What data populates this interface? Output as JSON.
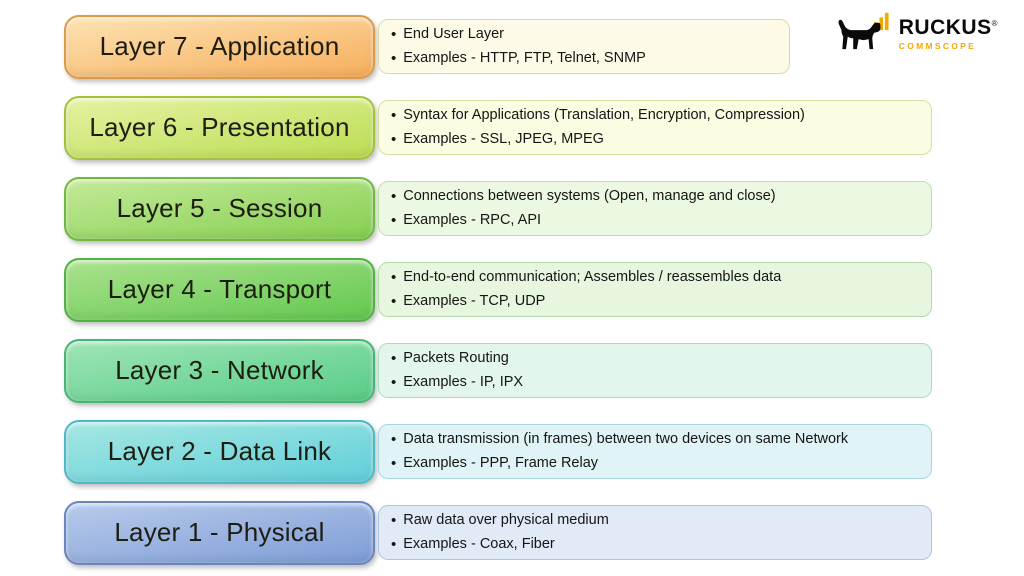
{
  "logo": {
    "brand": "RUCKUS",
    "registered": "®",
    "sub_brand": "COMMSCOPE",
    "accent_color": "#F5A800"
  },
  "layers": [
    {
      "label": "Layer 7 - Application",
      "bullets": [
        "End User Layer",
        "Examples - HTTP, FTP, Telnet, SNMP"
      ],
      "box_gradient_top": "#FDE3B3",
      "box_gradient_bottom": "#F6AE5C",
      "box_border": "#DE9A45",
      "panel_bg": "#FDFBE8",
      "panel_border": "#DCD9A6"
    },
    {
      "label": "Layer 6 - Presentation",
      "bullets": [
        "Syntax for Applications (Translation, Encryption, Compression)",
        "Examples - SSL, JPEG, MPEG"
      ],
      "box_gradient_top": "#E4F2A2",
      "box_gradient_bottom": "#BCDD52",
      "box_border": "#A3C23C",
      "panel_bg": "#FBFCE2",
      "panel_border": "#D8DE9E"
    },
    {
      "label": "Layer 5 - Session",
      "bullets": [
        "Connections between systems (Open, manage and close)",
        "Examples - RPC, API"
      ],
      "box_gradient_top": "#C4EA99",
      "box_gradient_bottom": "#85CF50",
      "box_border": "#6FB941",
      "panel_bg": "#EBF9E2",
      "panel_border": "#BCDFA4"
    },
    {
      "label": "Layer 4 - Transport",
      "bullets": [
        "End-to-end communication; Assembles / reassembles data",
        "Examples - TCP, UDP"
      ],
      "box_gradient_top": "#ABE28D",
      "box_gradient_bottom": "#62C84F",
      "box_border": "#51B143",
      "panel_bg": "#E7F7DF",
      "panel_border": "#B2DBA6"
    },
    {
      "label": "Layer 3 - Network",
      "bullets": [
        "Packets Routing",
        "Examples - IP, IPX"
      ],
      "box_gradient_top": "#9FE5B5",
      "box_gradient_bottom": "#57CD87",
      "box_border": "#46B573",
      "panel_bg": "#E2F6EB",
      "panel_border": "#ABDAC2"
    },
    {
      "label": "Layer 2 - Data Link",
      "bullets": [
        "Data transmission (in frames) between two devices on same Network",
        "Examples - PPP, Frame Relay"
      ],
      "box_gradient_top": "#A6E7E3",
      "box_gradient_bottom": "#60CFD9",
      "box_border": "#4DB9C6",
      "panel_bg": "#E0F3F6",
      "panel_border": "#A8D6DF"
    },
    {
      "label": "Layer 1 - Physical",
      "bullets": [
        "Raw data over physical medium",
        "Examples - Coax, Fiber"
      ],
      "box_gradient_top": "#B7CBEB",
      "box_gradient_bottom": "#7E9CD6",
      "box_border": "#6986BF",
      "panel_bg": "#E1EAF7",
      "panel_border": "#AEC3E1"
    }
  ],
  "bullet_glyph": "•"
}
